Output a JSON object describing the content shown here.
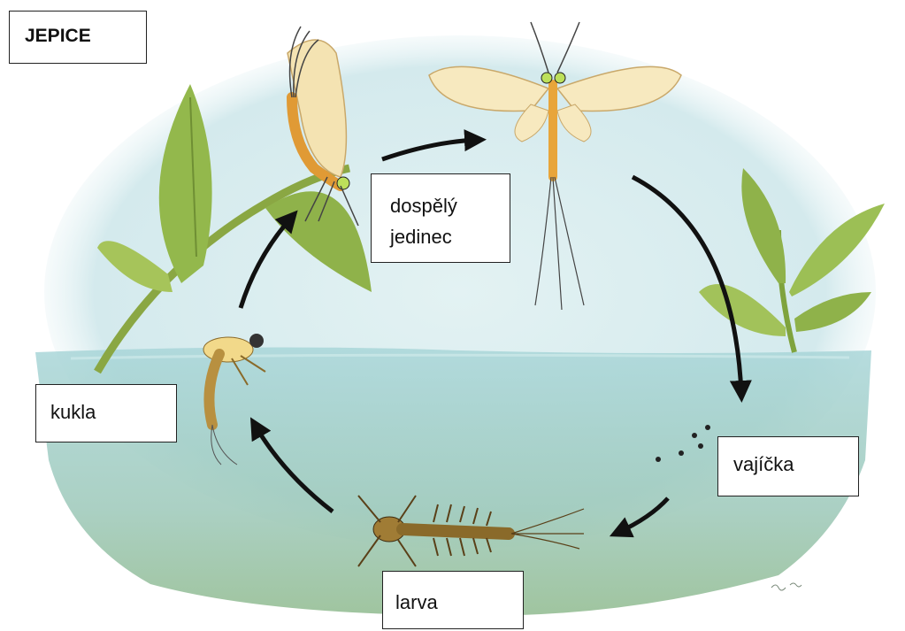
{
  "title": "JEPICE",
  "stages": {
    "adult": {
      "line1": "dospělý",
      "line2": "jedinec"
    },
    "eggs": "vajíčka",
    "larva": "larva",
    "pupa": "kukla"
  },
  "colors": {
    "water": "#9fcfd4",
    "sky_wash": "#dbeef0",
    "leaf": "#8fb24a",
    "insect_body": "#e8a53a",
    "wing": "#f7e9bf",
    "larva_body": "#8a6a2a",
    "arrow": "#111111"
  }
}
